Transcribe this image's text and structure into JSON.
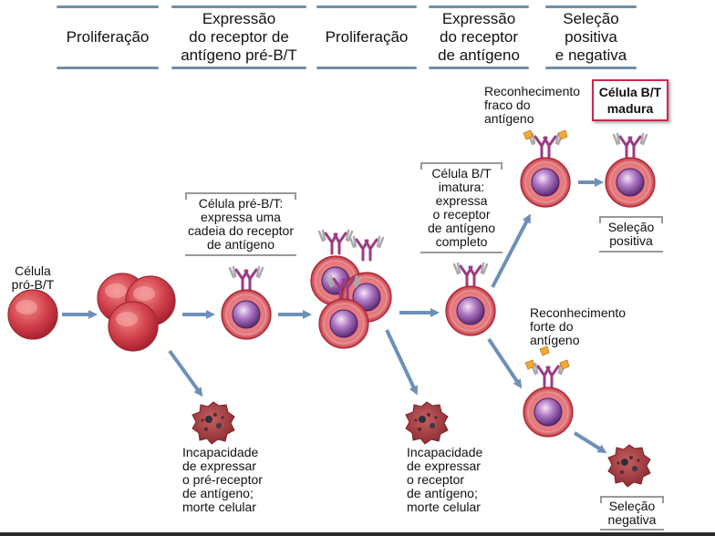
{
  "headers": [
    {
      "id": "prolif1",
      "text": "Proliferação"
    },
    {
      "id": "pre-receptor",
      "text": "Expressão\ndo receptor de\nantígeno pré-B/T"
    },
    {
      "id": "prolif2",
      "text": "Proliferação"
    },
    {
      "id": "receptor",
      "text": "Expressão\ndo receptor\nde antígeno"
    },
    {
      "id": "selection",
      "text": "Seleção\npositiva\ne negativa"
    }
  ],
  "labels": {
    "pro_cell": "Célula\npró-B/T",
    "pre_cell": "Célula pré-B/T:\nexpressa uma\ncadeia do receptor\nde antígeno",
    "immature": "Célula B/T\nimatura:\nexpressa\no receptor\nde antígeno\ncompleto",
    "weak": "Reconhecimento\nfraco do\nantígeno",
    "strong": "Reconhecimento\nforte do\nantígeno",
    "mature": "Célula B/T\nmadura",
    "death1": "Incapacidade\nde expressar\no pré-receptor\nde antígeno;\nmorte celular",
    "death2": "Incapacidade\nde expressar\no receptor\nde antígeno;\nmorte celular",
    "positive": "Seleção\npositiva",
    "negative": "Seleção\nnegativa"
  },
  "colors": {
    "cell_red": "#c7323c",
    "cell_light": "#e87a7a",
    "nucleus": "#8a3ea0",
    "receptor": "#9c3b86",
    "arrow": "#6d90b8",
    "header_bar": "#6f8fa8",
    "antigen": "#f2a93a",
    "mature_border": "#c8284f"
  }
}
